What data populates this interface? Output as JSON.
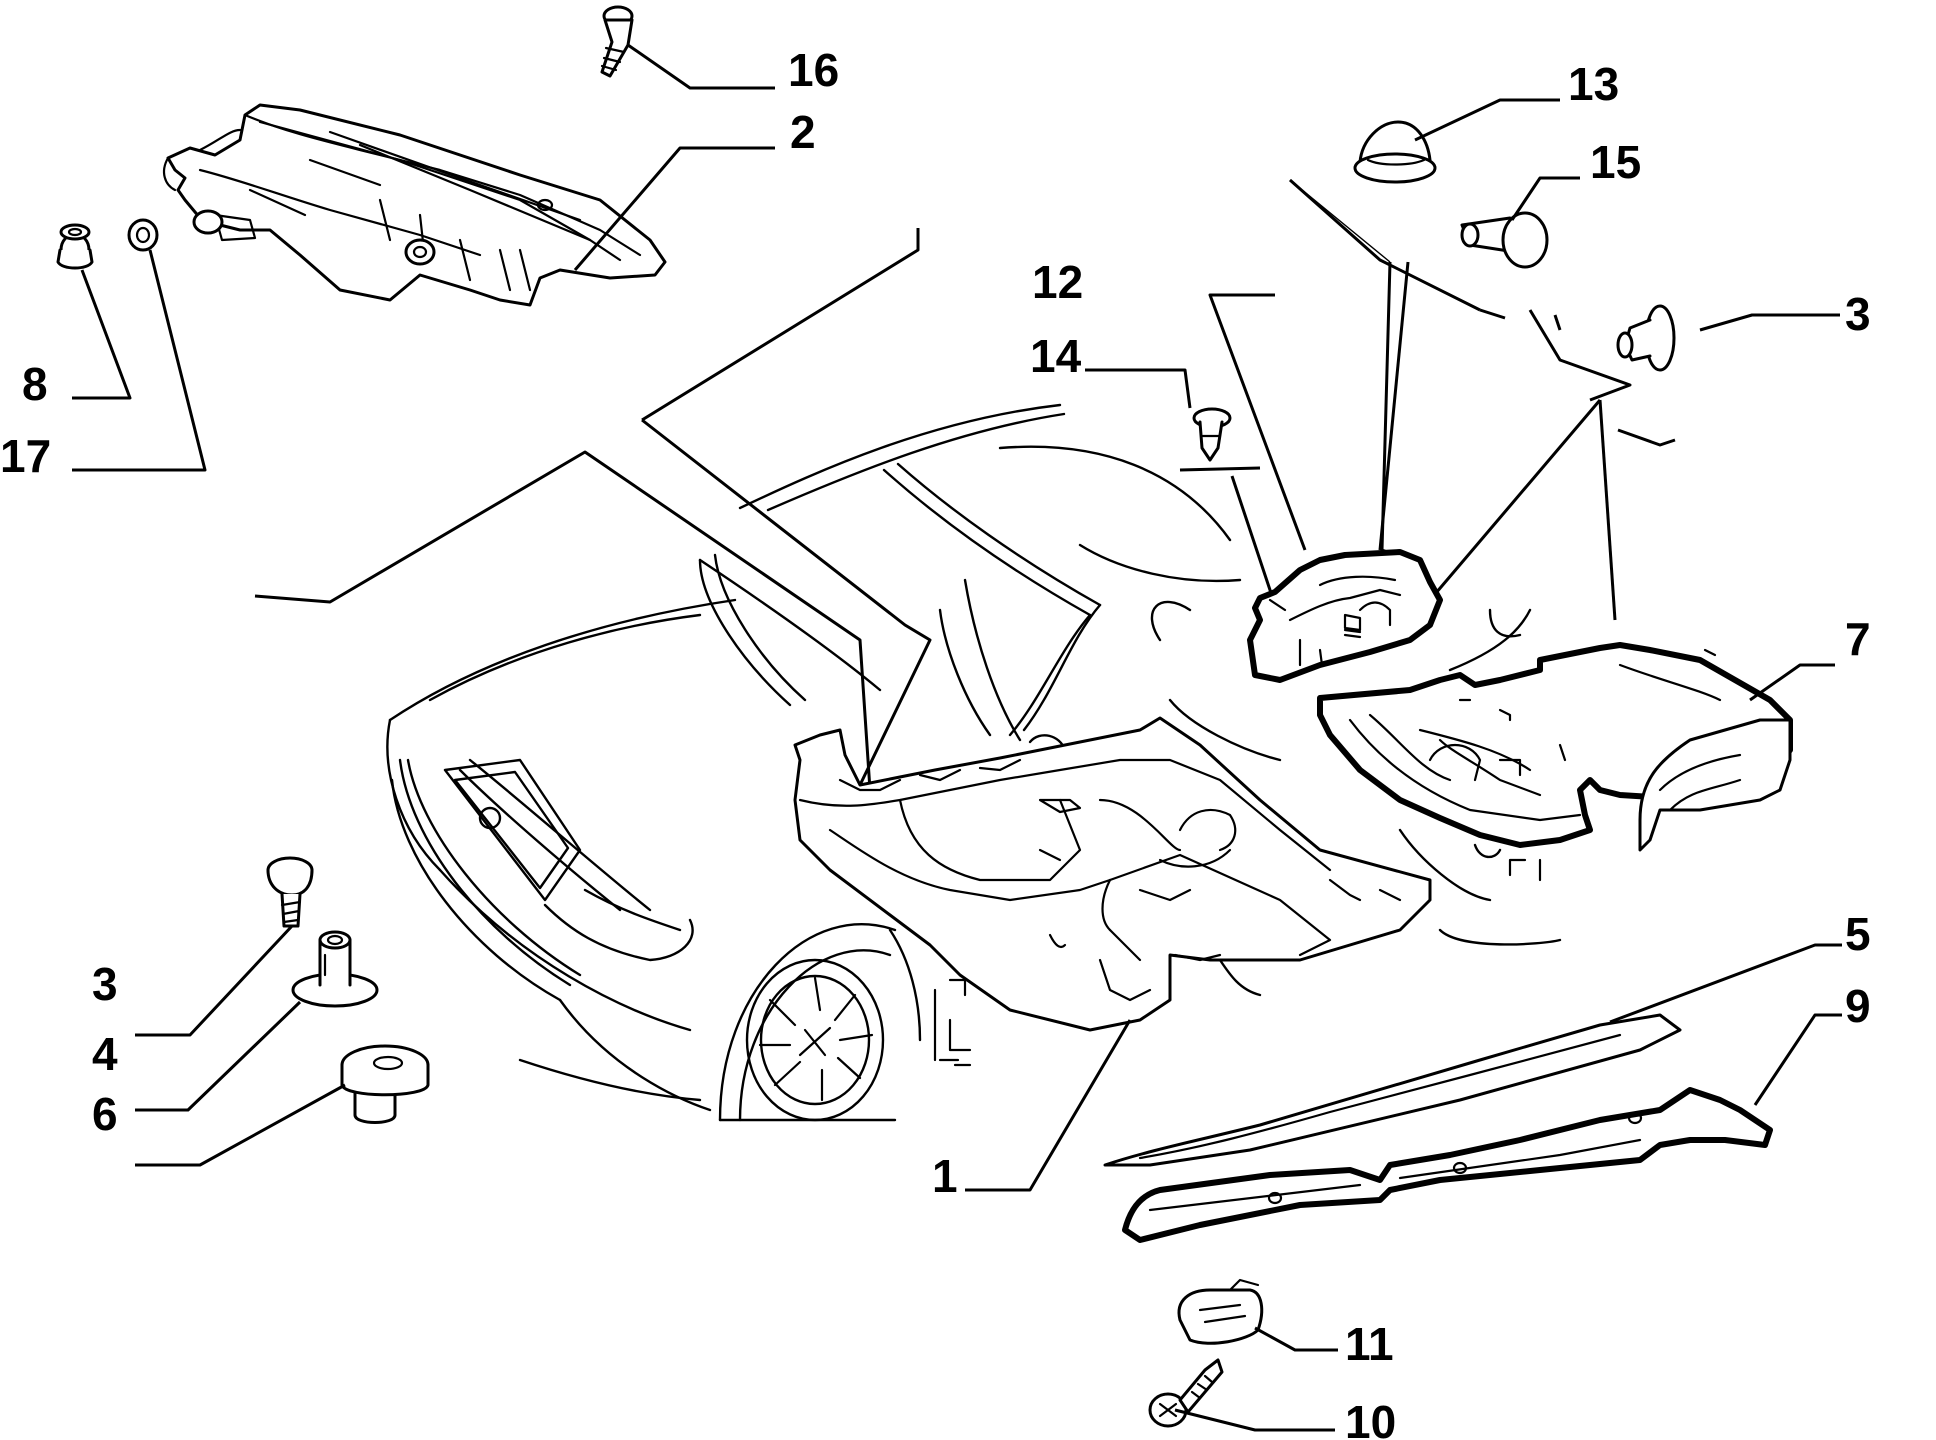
{
  "diagram": {
    "callouts": [
      {
        "id": "c16",
        "label": "16"
      },
      {
        "id": "c2",
        "label": "2"
      },
      {
        "id": "c8",
        "label": "8"
      },
      {
        "id": "c17",
        "label": "17"
      },
      {
        "id": "c13",
        "label": "13"
      },
      {
        "id": "c15",
        "label": "15"
      },
      {
        "id": "c12",
        "label": "12"
      },
      {
        "id": "c14",
        "label": "14"
      },
      {
        "id": "c3a",
        "label": "3"
      },
      {
        "id": "c7",
        "label": "7"
      },
      {
        "id": "c3b",
        "label": "3"
      },
      {
        "id": "c4",
        "label": "4"
      },
      {
        "id": "c6",
        "label": "6"
      },
      {
        "id": "c5",
        "label": "5"
      },
      {
        "id": "c9",
        "label": "9"
      },
      {
        "id": "c1",
        "label": "1"
      },
      {
        "id": "c11",
        "label": "11"
      },
      {
        "id": "c10",
        "label": "10"
      }
    ]
  }
}
